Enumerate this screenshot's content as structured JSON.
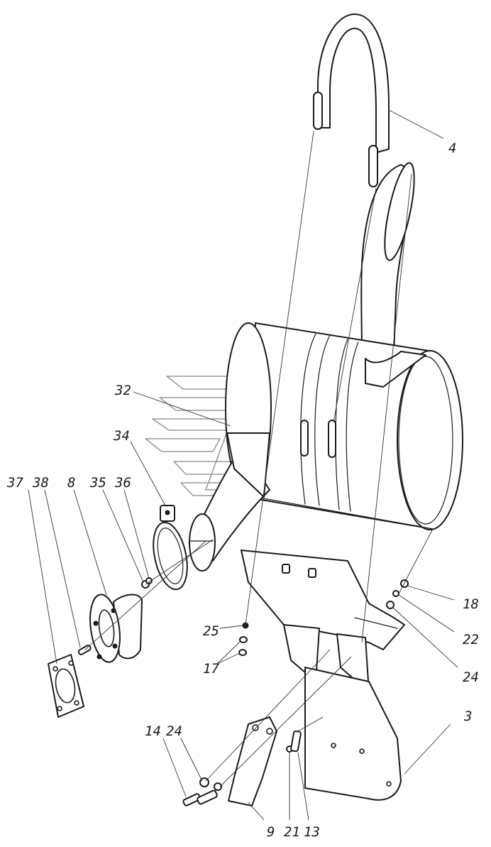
{
  "callouts": [
    {
      "id": "c4",
      "text": "4"
    },
    {
      "id": "c32",
      "text": "32"
    },
    {
      "id": "c34",
      "text": "34"
    },
    {
      "id": "c37",
      "text": "37"
    },
    {
      "id": "c38",
      "text": "38"
    },
    {
      "id": "c8",
      "text": "8"
    },
    {
      "id": "c35",
      "text": "35"
    },
    {
      "id": "c36",
      "text": "36"
    },
    {
      "id": "c25",
      "text": "25"
    },
    {
      "id": "c17",
      "text": "17"
    },
    {
      "id": "c18",
      "text": "18"
    },
    {
      "id": "c22",
      "text": "22"
    },
    {
      "id": "c24a",
      "text": "24"
    },
    {
      "id": "c3",
      "text": "3"
    },
    {
      "id": "c14",
      "text": "14"
    },
    {
      "id": "c24b",
      "text": "24"
    },
    {
      "id": "c9",
      "text": "9"
    },
    {
      "id": "c21",
      "text": "21"
    },
    {
      "id": "c13",
      "text": "13"
    }
  ],
  "colors": {
    "ink": "#1a1a1a",
    "watermark": "#9a9a9a",
    "background": "#ffffff"
  }
}
